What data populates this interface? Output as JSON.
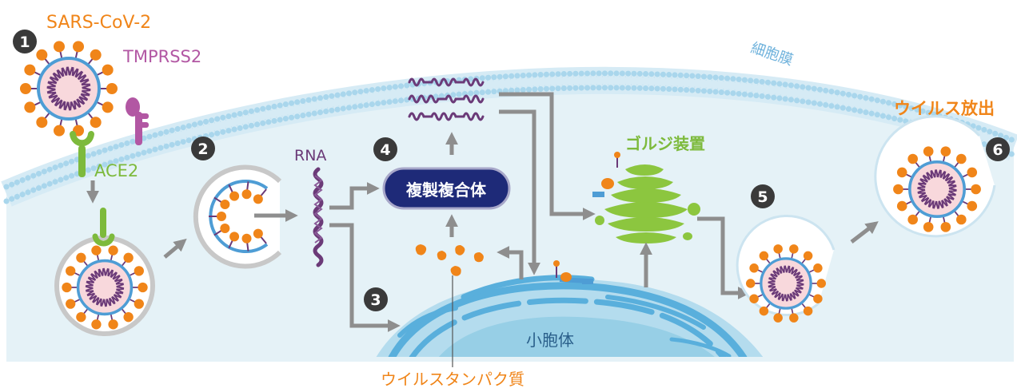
{
  "labels": {
    "virus": "SARS-CoV-2",
    "tmprss2": "TMPRSS2",
    "ace2": "ACE2",
    "membrane": "細胞膜",
    "rna": "RNA",
    "replication_complex": "複製複合体",
    "golgi": "ゴルジ装置",
    "release": "ウイルス放出",
    "er": "小胞体",
    "viral_protein": "ウイルスタンパク質"
  },
  "steps": [
    "1",
    "2",
    "3",
    "4",
    "5",
    "6"
  ],
  "colors": {
    "cytoplasm": "#e5f2f7",
    "membrane": "#9fd0ea",
    "virus_spike": "#f08519",
    "virus_envelope": "#4e9dd5",
    "virus_core": "#f8d8dc",
    "rna": "#6b3a78",
    "ace2": "#7dba3c",
    "tmprss2": "#b257a3",
    "er": "#59afdc",
    "nucleus": "#97cfe6",
    "golgi": "#8cc63f",
    "complex": "#1e2a78",
    "arrow": "#8e8e8e",
    "step_badge": "#3a3a3a"
  }
}
